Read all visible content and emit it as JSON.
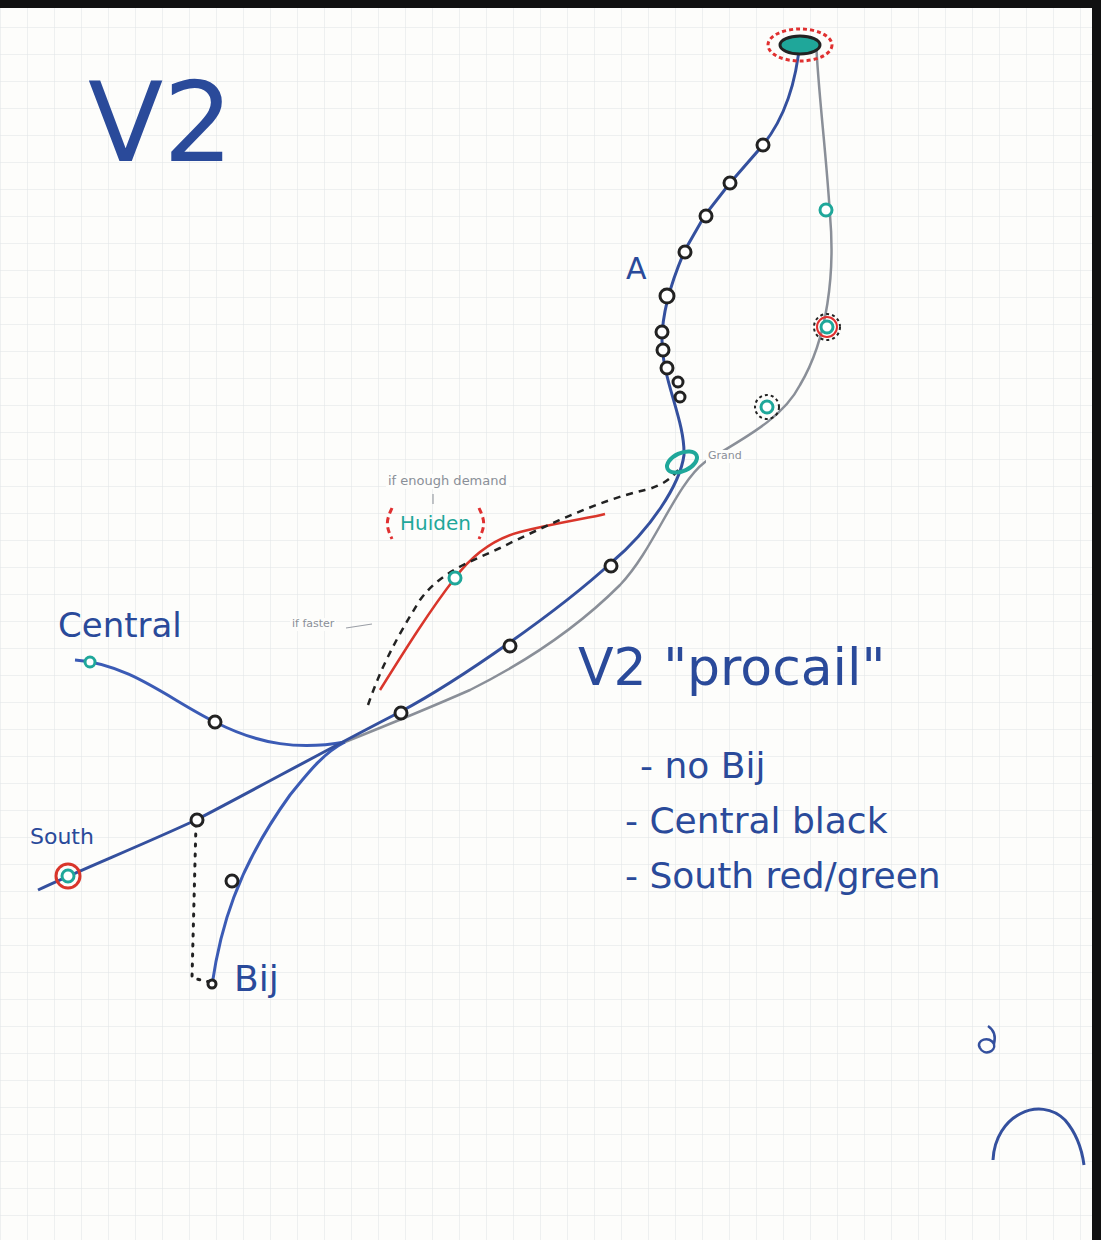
{
  "diagram": {
    "title": "V2",
    "nodes": [
      {
        "text": [
          "Huiden"
        ]
      }
    ],
    "labels": [
      "A",
      "if enough demand",
      "Grand",
      "if faster",
      "Central",
      "South",
      "Bij",
      "V2 \"procail\"",
      "- no Bij",
      "- Central black",
      "- South red/green"
    ]
  }
}
